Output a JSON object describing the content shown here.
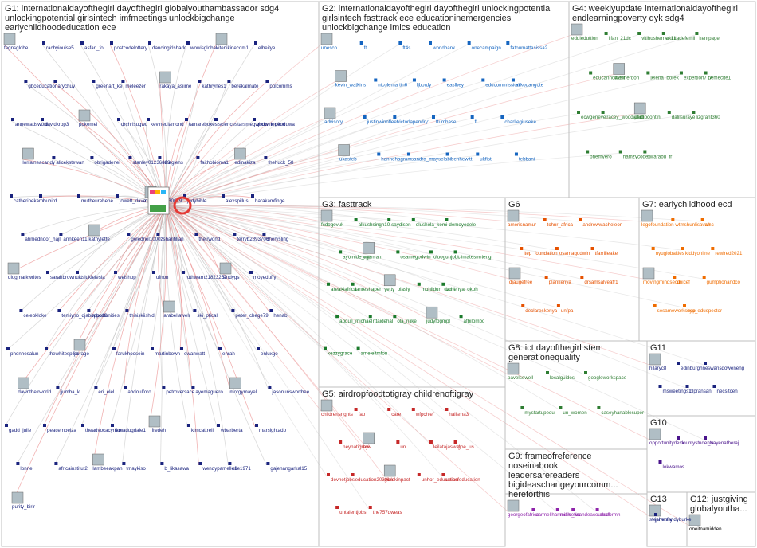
{
  "colors": {
    "g1": "#1a237e",
    "g2": "#1565c0",
    "g3": "#1b7a2b",
    "g4": "#2e7d32",
    "g5": "#c62828",
    "g6": "#e65100",
    "g7": "#ef6c00",
    "g8": "#2e7d32",
    "g9": "#8e24aa",
    "g10": "#4a148c",
    "g11": "#1a237e",
    "g13": "#1a237e",
    "edge_red": "#e57373",
    "edge_gray": "#bdbdbd",
    "hub_ring": "#e53935"
  },
  "groups": [
    {
      "id": "g1",
      "title_lines": [
        "G1: internationaldayofthegirl dayofthegirl globalyouthambassador sdg4",
        "unlockingpotential girlsintech imfmeetings unlockbigchange",
        "earlychildhoodeducation ece"
      ]
    },
    {
      "id": "g2",
      "title_lines": [
        "G2: internationaldayofthegirl dayofthegirl unlockingpotential",
        "girlsintech fasttrack ece educationinemergencies",
        "unlockbigchange lmics education"
      ]
    },
    {
      "id": "g3",
      "title_lines": [
        "G3: fasttrack"
      ]
    },
    {
      "id": "g4",
      "title_lines": [
        "G4: weeklyupdate internationaldayofthegirl",
        "endlearningpoverty dyk sdg4"
      ]
    },
    {
      "id": "g5",
      "title_lines": [
        "G5: airdropfoodtotigray childrenoftigray"
      ]
    },
    {
      "id": "g6",
      "title_lines": [
        "G6"
      ]
    },
    {
      "id": "g7",
      "title_lines": [
        "G7: earlychildhood ecd"
      ]
    },
    {
      "id": "g8",
      "title_lines": [
        "G8: ict dayofthegirl stem",
        "generationequality"
      ]
    },
    {
      "id": "g9",
      "title_lines": [
        "G9: frameofreference",
        "noseinabook",
        "leadersarereaders",
        "bigideaschangeyourcomm...",
        "hereforthis"
      ]
    },
    {
      "id": "g10",
      "title_lines": [
        "G10"
      ]
    },
    {
      "id": "g11",
      "title_lines": [
        "G11"
      ]
    },
    {
      "id": "g12",
      "title_lines": [
        "G12: justgiving",
        "globalyoutha..."
      ]
    },
    {
      "id": "g13",
      "title_lines": [
        "G13"
      ]
    }
  ],
  "nodes": {
    "g1": [
      "fegnsglobe",
      "rachyiouise5",
      "asfari_fo",
      "postcodelottery",
      "dancingirlshado",
      "wowisglobal",
      "kitenikinecom1",
      "elbeitye",
      "gbceducation",
      "arychuy",
      "greenart_ke",
      "meleezer",
      "rakaya_asiime",
      "kathrynes1",
      "berekalmate",
      "pplcomms",
      "annewadsworth",
      "davidkrop3",
      "pokemel",
      "drchrisugwu",
      "kevinedlamond",
      "tamareboxes",
      "sciencestarsmegwhols_legend",
      "godwin_okoduwa",
      "lorraineacandy",
      "alicekstewart",
      "obrigadenei",
      "stanley01236023",
      "smeglens",
      "faithobioma1",
      "edinakiza",
      "thehuck_58",
      "catherinekamo",
      "bubird",
      "mutheurehene",
      "jowett_dave",
      "richard40930079",
      "judyhible",
      "alexspillus",
      "barakamfinge",
      "ahmednoor_hajl",
      "annkeen11",
      "kathylette",
      "geledriel1000",
      "zsharitilian",
      "theirworld",
      "terryb2893706",
      "cherysling",
      "dlogmarkwrites",
      "sarahbrownuk",
      "itsluklelesia",
      "welshop",
      "ufnon",
      "ruthwarn21823257",
      "_sindygs",
      "moyeduffy",
      "celebkloke",
      "temiyno_qjabimbo10",
      "opportunities",
      "thisiskiishid",
      "arabellawelr",
      "ski_ptical",
      "peter_chege79",
      "henab",
      "phenhesalun",
      "thewhitespike",
      "jforage",
      "farukhoosein",
      "martinbown",
      "ewanwatt",
      "enrah",
      "enluxgo",
      "dawnthelrworld",
      "jjumba_k",
      "eri_elel",
      "abdoulforo",
      "petroversace",
      "ayemaguero",
      "morgymayel",
      "jasonunswortbee",
      "gadd_julie",
      "peacembelza",
      "theadvocacyneor",
      "fionadugdale1",
      "_fredeh_",
      "kimcattrell",
      "wbarberta",
      "marsightado",
      "lonrie",
      "africainstitut2",
      "lambeeakpan",
      "tmaykiso",
      "b_likasawa",
      "wendypamelle1",
      "elle1971",
      "gajenangarkal15",
      "purity_birir"
    ],
    "g2": [
      "unesco",
      "ft",
      "ft4s",
      "worldbank",
      "onecampaign",
      "fatoumattasissa2",
      "kevin_watkins",
      "nicolemartin6",
      "ljbordy",
      "easlbey",
      "educommission",
      "alikodangote",
      "advisory",
      "justinwinnfleet",
      "victorlapendry1",
      "ttumbase",
      "ft",
      "charliegiuseke",
      "lukasfeb",
      "hannehagram",
      "sandra_mayselab",
      "ibenhewitt",
      "ukfist",
      "tebbani"
    ],
    "g3": [
      "fcdogovuk",
      "alkushsingh10",
      "saydisen",
      "olushola_kemi",
      "demoyedele",
      "ayomide_nm",
      "oganran",
      "osamegodwin",
      "oluogunjobi",
      "climatesmrtengr",
      "areal4africa",
      "lanreshaper",
      "yetty_olasiy",
      "muhlidun_daml",
      "ochenya_okoh",
      "abdull_michael",
      "rttaidehal",
      "ola_nlike",
      "judyfogmpl",
      "afbilombo",
      "kezzygrace",
      "ameleitmfon"
    ],
    "g4": [
      "eddieduttion",
      "iifan_21dc",
      "vitihusherne_11",
      "akintadefemil",
      "kentpage",
      "educannotwait",
      "wfennerdon",
      "jelena_borek",
      "expertion777",
      "pemecite1",
      "ecwgeneve",
      "tracey_woodward",
      "phillipcontini",
      "dalilsuraye",
      "lizgrant360",
      "phemyero",
      "hamzycode",
      "gwarabu_fr"
    ],
    "g5": [
      "childrensrights",
      "fao",
      "care",
      "wfpchief",
      "halisma3",
      "neynatigrayi",
      "hrw",
      "un",
      "leilatajaswal",
      "goe_us",
      "devnetjobs",
      "education2030un",
      "gibickinpact",
      "unhor_education",
      "unicefeducation",
      "untalentjobs",
      "the757dweas"
    ],
    "g6": [
      "amerisnamur",
      "tchnr_africa",
      "andrewwacheleon",
      "itep_foundation",
      "osamagodwin",
      "tfarrilleake",
      "djaugefree",
      "plankenya",
      "drsamsalveafr1",
      "declareskenya",
      "unfpa"
    ],
    "g7": [
      "legofoundation",
      "wtmshunlisavan",
      "whc",
      "nyuglobalties",
      "kiddyonline",
      "rewired2021",
      "movingmindsecd",
      "unicef",
      "gumptionandco",
      "sesameworkshop",
      "oyo_eduspector"
    ],
    "g8": [
      "pavelsewell",
      "localguides",
      "googleworkspace",
      "mystartupedu",
      "un_women",
      "caseyhanablesuper"
    ],
    "g9": [
      "georgeofafrica",
      "carmellhamsdlisetvo",
      "mishi_za",
      "isandeacounsel",
      "abcformh"
    ],
    "g10": [
      "opportunitydesk",
      "countystudents",
      "_nayenatheraj",
      "lokwamos"
    ],
    "g11": [
      "hilaryc8",
      "edinburghne",
      "swansdoweneng",
      "msweetings1",
      "dlpransan",
      "necsltcen"
    ],
    "g12": [
      "oneitnamidden"
    ],
    "g13": [
      "stephenfry",
      "jamesandyburke"
    ]
  }
}
